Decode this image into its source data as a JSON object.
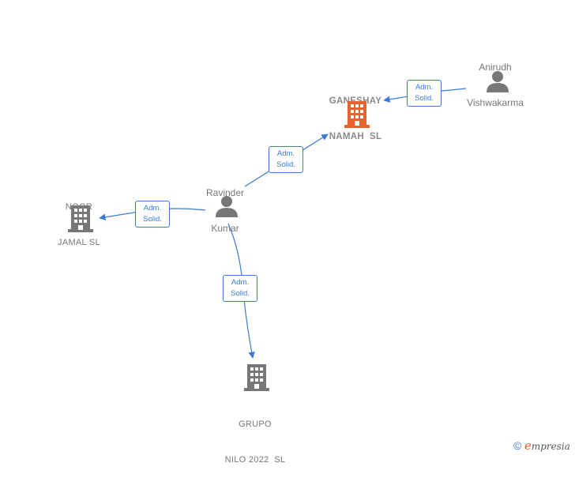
{
  "nodes": {
    "ganeshay": {
      "line1": "GANESHAY",
      "line2": "NAMAH  SL",
      "color": "#e8622c"
    },
    "anirudh": {
      "line1": "Anirudh",
      "line2": "Vishwakarma"
    },
    "ravinder": {
      "line1": "Ravinder",
      "line2": "Kumar"
    },
    "noor": {
      "line1": "NOOR",
      "line2": "JAMAL SL"
    },
    "grupo": {
      "line1": "GRUPO",
      "line2": "NILO 2022  SL"
    }
  },
  "edges": [
    {
      "from": "anirudh",
      "to": "ganeshay",
      "label1": "Adm.",
      "label2": "Solid."
    },
    {
      "from": "ravinder",
      "to": "ganeshay",
      "label1": "Adm.",
      "label2": "Solid."
    },
    {
      "from": "ravinder",
      "to": "noor",
      "label1": "Adm.",
      "label2": "Solid."
    },
    {
      "from": "ravinder",
      "to": "grupo",
      "label1": "Adm.",
      "label2": "Solid."
    }
  ],
  "colors": {
    "edge": "#3a7bd5",
    "company": "#777777",
    "company_focus": "#e8622c",
    "person": "#777777"
  },
  "icons": {
    "company": "building-icon",
    "person": "person-icon"
  },
  "brand": {
    "copyright": "©",
    "initial": "e",
    "rest": "mpresia"
  }
}
